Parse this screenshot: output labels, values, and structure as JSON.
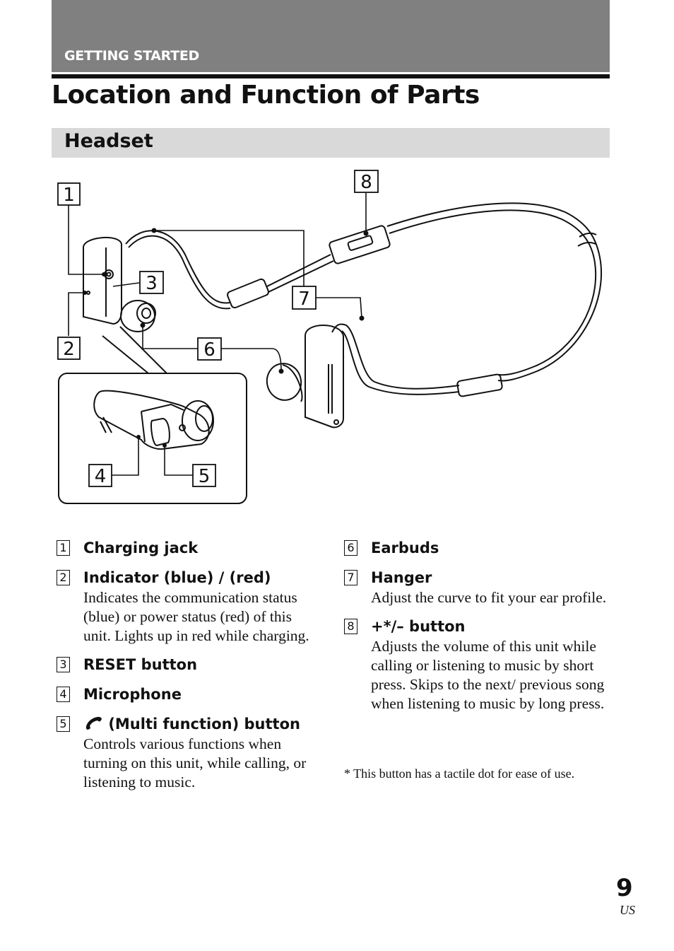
{
  "header": {
    "section_label": "GETTING STARTED",
    "page_title": "Location and Function of Parts",
    "subsection_title": "Headset"
  },
  "diagram": {
    "callouts": [
      "1",
      "2",
      "3",
      "4",
      "5",
      "6",
      "7",
      "8"
    ]
  },
  "parts": {
    "left": [
      {
        "num": "1",
        "title": "Charging jack",
        "desc": ""
      },
      {
        "num": "2",
        "title": "Indicator (blue) / (red)",
        "desc": "Indicates the communication status (blue) or power status (red) of this unit. Lights up in red while charging."
      },
      {
        "num": "3",
        "title": "RESET button",
        "desc": ""
      },
      {
        "num": "4",
        "title": "Microphone",
        "desc": ""
      },
      {
        "num": "5",
        "title": "(Multi function) button",
        "desc": "Controls various functions when turning on this unit, while calling, or listening to music.",
        "icon": "phone-handset-icon"
      }
    ],
    "right": [
      {
        "num": "6",
        "title": "Earbuds",
        "desc": ""
      },
      {
        "num": "7",
        "title": "Hanger",
        "desc": "Adjust the curve to fit your ear profile."
      },
      {
        "num": "8",
        "title": "+*/– button",
        "desc": "Adjusts the volume of this unit while calling or listening to music by short press. Skips to the next/ previous song when listening to music by long press."
      }
    ]
  },
  "footnote": "* This button has a tactile dot for ease of use.",
  "footer": {
    "page_number": "9",
    "region_code": "US"
  },
  "colors": {
    "header_band": "#808080",
    "sub_band": "#d9d9d9",
    "text": "#111111"
  }
}
